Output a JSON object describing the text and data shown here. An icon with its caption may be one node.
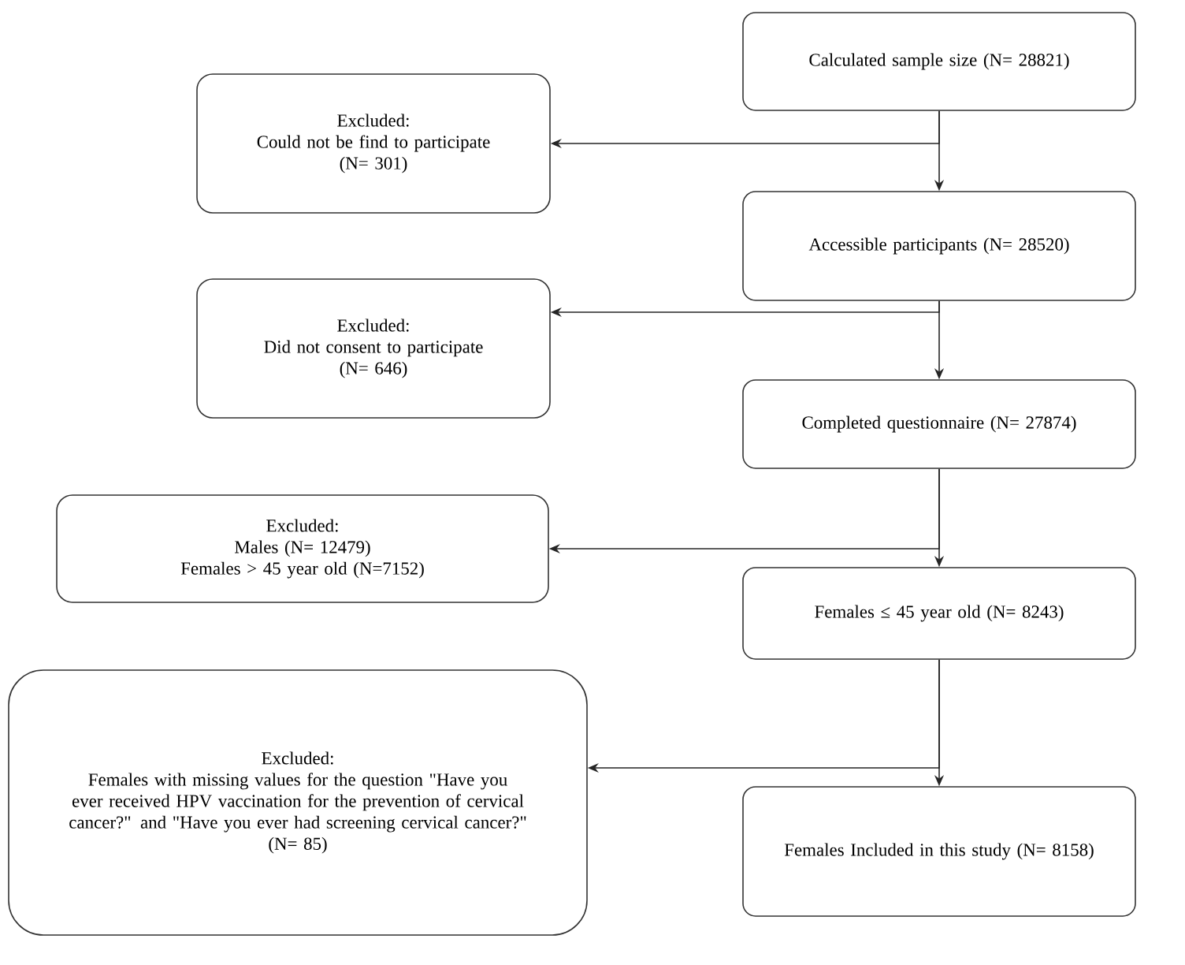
{
  "diagram": {
    "nodes": [
      {
        "text": [
          "Calculated sample size (N= 28821)"
        ]
      },
      {
        "text": [
          "Excluded:",
          "Could not be find to participate",
          "(N= 301)"
        ]
      },
      {
        "text": [
          "Accessible participants (N= 28520)"
        ]
      },
      {
        "text": [
          "Excluded:",
          "Did not consent to participate",
          "(N= 646)"
        ]
      },
      {
        "text": [
          "Completed questionnaire (N= 27874)"
        ]
      },
      {
        "text": [
          "Excluded:",
          "Males (N= 12479)",
          "Females > 45 year old (N=7152)"
        ]
      },
      {
        "text": [
          "Females ≤ 45 year old  (N= 8243)"
        ]
      },
      {
        "text": [
          "Excluded:",
          "Females with missing values for the question \"Have you ever received HPV vaccination for the prevention of cervical cancer?\" and \"Have you ever had screening cervical cancer?\"",
          "(N= 85)"
        ]
      },
      {
        "text": [
          "Females Included in this study (N= 8158)"
        ]
      }
    ],
    "edges": [
      {
        "from": 0,
        "to": 2,
        "arrow": "to"
      },
      {
        "from": 0,
        "to": 1,
        "arrow": "to"
      },
      {
        "from": 2,
        "to": 4,
        "arrow": "to"
      },
      {
        "from": 2,
        "to": 3,
        "arrow": "to"
      },
      {
        "from": 4,
        "to": 6,
        "arrow": "to"
      },
      {
        "from": 4,
        "to": 5,
        "arrow": "to"
      },
      {
        "from": 6,
        "to": 8,
        "arrow": "to"
      },
      {
        "from": 6,
        "to": 7,
        "arrow": "to"
      }
    ]
  }
}
